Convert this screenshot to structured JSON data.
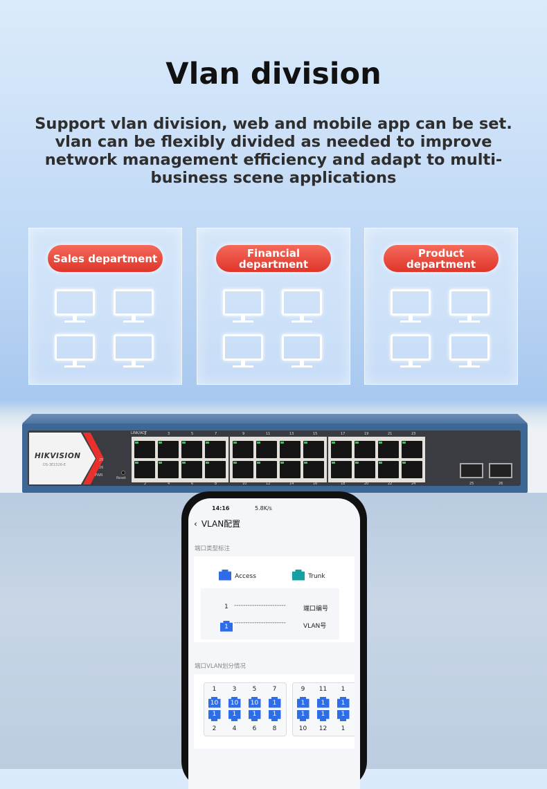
{
  "title": "Vlan division",
  "subtitle": "Support vlan division, web and mobile app can be set. vlan can be flexibly divided as needed to improve network management efficiency and adapt to multi-business scene applications",
  "departments": [
    {
      "label": "Sales department"
    },
    {
      "label": "Financial department"
    },
    {
      "label": "Product department"
    }
  ],
  "switch": {
    "brand": "HIKVISION",
    "model": "DS-3E1526-E",
    "link_label": "LINK/ACT",
    "led_labels": [
      "25",
      "26",
      "PWR"
    ],
    "reset_label": "Reset",
    "top_ports": [
      "1",
      "3",
      "5",
      "7",
      "9",
      "11",
      "13",
      "15",
      "17",
      "19",
      "21",
      "23"
    ],
    "bottom_ports": [
      "2",
      "4",
      "6",
      "8",
      "10",
      "12",
      "14",
      "16",
      "18",
      "20",
      "22",
      "24"
    ],
    "sfp_labels": [
      "25",
      "26"
    ]
  },
  "phone": {
    "time": "14:16",
    "net_speed": "5.8K/s",
    "header": "VLAN配置",
    "section1": "端口类型标注",
    "access": "Access",
    "trunk": "Trunk",
    "legend_port": "1",
    "legend_port_label": "端口编号",
    "legend_vlan": "1",
    "legend_vlan_label": "VLAN号",
    "section2": "端口VLAN划分情况",
    "groups": [
      {
        "top": [
          "1",
          "3",
          "5",
          "7"
        ],
        "top_vlan": [
          "10",
          "10",
          "10",
          "1"
        ],
        "bottom_vlan": [
          "1",
          "1",
          "1",
          "1"
        ],
        "bottom": [
          "2",
          "4",
          "6",
          "8"
        ]
      },
      {
        "top": [
          "9",
          "11",
          "1"
        ],
        "top_vlan": [
          "1",
          "1",
          "1"
        ],
        "bottom_vlan": [
          "1",
          "1",
          "1"
        ],
        "bottom": [
          "10",
          "12",
          "1"
        ]
      }
    ]
  },
  "colors": {
    "pill": "#e8392c",
    "access": "#2e6de6",
    "trunk": "#16a0a0"
  }
}
